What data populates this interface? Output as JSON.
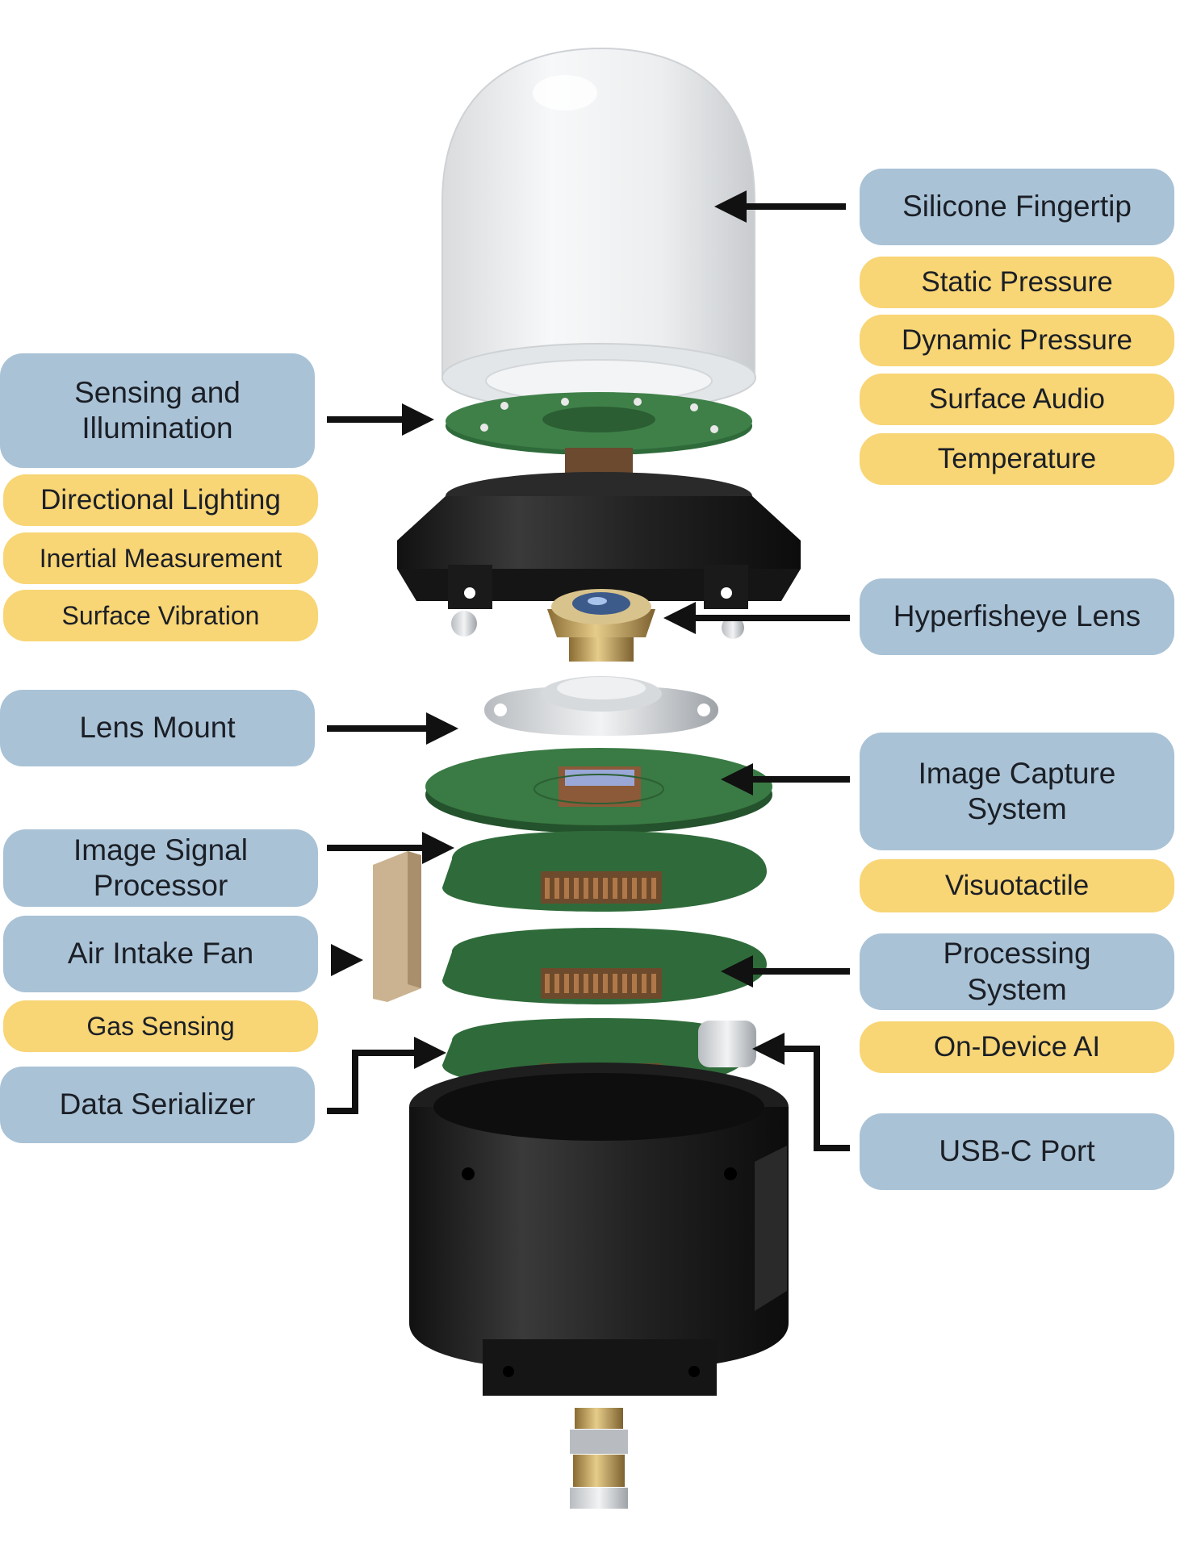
{
  "colors": {
    "part_label_bg": "#a9c2d6",
    "capability_label_bg": "#f8d575",
    "arrow": "#111111",
    "pcb_green": "#2f6b3a",
    "housing_black": "#1c1c1c",
    "brass": "#c9a760"
  },
  "labels": {
    "silicone_fingertip": "Silicone Fingertip",
    "static_pressure": "Static Pressure",
    "dynamic_pressure": "Dynamic Pressure",
    "surface_audio": "Surface Audio",
    "temperature": "Temperature",
    "sensing_illumination": "Sensing and\nIllumination",
    "directional_lighting": "Directional Lighting",
    "inertial_measurement": "Inertial Measurement",
    "surface_vibration": "Surface Vibration",
    "hyperfisheye_lens": "Hyperfisheye Lens",
    "lens_mount": "Lens Mount",
    "image_capture": "Image Capture\nSystem",
    "visuotactile": "Visuotactile",
    "image_signal_processor": "Image Signal\nProcessor",
    "air_intake_fan": "Air Intake Fan",
    "gas_sensing": "Gas Sensing",
    "processing_system": "Processing\nSystem",
    "on_device_ai": "On-Device AI",
    "data_serializer": "Data Serializer",
    "usb_c_port": "USB-C Port"
  }
}
